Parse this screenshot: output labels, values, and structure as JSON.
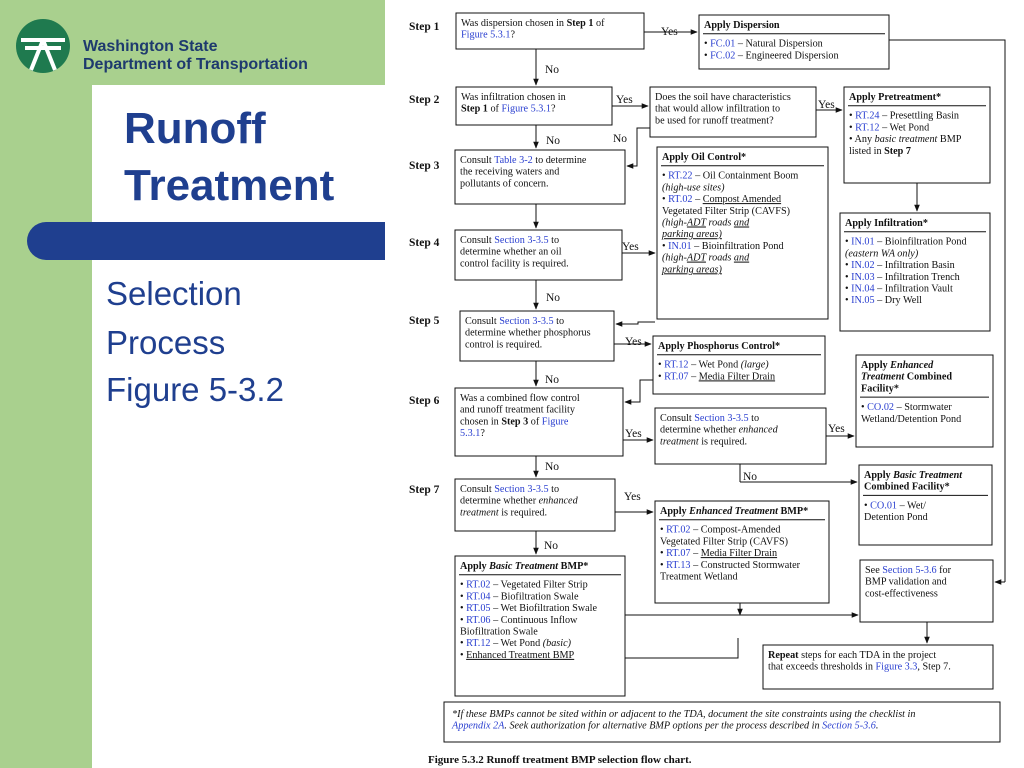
{
  "brand": {
    "line1": "Washington State",
    "line2": "Department of Transportation",
    "logo": "wsdot-logo-icon",
    "accent": "#1f3f8f",
    "band": "#a9d08e"
  },
  "slide": {
    "title_line1": "Runoff",
    "title_line2": "Treatment",
    "subtitle_line1": "Selection",
    "subtitle_line2": "Process",
    "subtitle_line3": "Figure 5-3.2"
  },
  "flow": {
    "steps": [
      "Step 1",
      "Step 2",
      "Step 3",
      "Step 4",
      "Step 5",
      "Step 6",
      "Step 7"
    ],
    "yes": "Yes",
    "no": "No",
    "q1": [
      [
        {
          "t": "Was dispersion chosen in "
        },
        {
          "t": "Step 1",
          "b": 1
        },
        {
          "t": " of"
        }
      ],
      [
        {
          "t": "Figure 5.3.1",
          "l": 1
        },
        {
          "t": "?"
        }
      ]
    ],
    "dispersion": {
      "title": "Apply Dispersion",
      "items": [
        [
          {
            "t": "• "
          },
          {
            "t": "FC.01",
            "l": 1
          },
          {
            "t": " – Natural Dispersion"
          }
        ],
        [
          {
            "t": "• "
          },
          {
            "t": "FC.02",
            "l": 1
          },
          {
            "t": " – Engineered Dispersion"
          }
        ]
      ]
    },
    "q2": [
      [
        {
          "t": "Was infiltration chosen in"
        }
      ],
      [
        {
          "t": "Step 1",
          "b": 1
        },
        {
          "t": " of "
        },
        {
          "t": "Figure 5.3.1",
          "l": 1
        },
        {
          "t": "?"
        }
      ]
    ],
    "soil": [
      [
        {
          "t": "Does the soil have characteristics"
        }
      ],
      [
        {
          "t": "that would allow infiltration to"
        }
      ],
      [
        {
          "t": "be used for runoff treatment?"
        }
      ]
    ],
    "pretreat": {
      "title": "Apply Pretreatment*",
      "items": [
        [
          {
            "t": "• "
          },
          {
            "t": "RT.24",
            "l": 1
          },
          {
            "t": " – Presettling Basin"
          }
        ],
        [
          {
            "t": "• "
          },
          {
            "t": "RT.12",
            "l": 1
          },
          {
            "t": " – Wet Pond"
          }
        ],
        [
          {
            "t": "• Any "
          },
          {
            "t": "basic treatment",
            "i": 1
          },
          {
            "t": " BMP"
          }
        ],
        [
          {
            "t": "  listed in "
          },
          {
            "t": "Step 7",
            "b": 1
          }
        ]
      ]
    },
    "q3": [
      [
        {
          "t": "Consult "
        },
        {
          "t": "Table 3-2",
          "l": 1
        },
        {
          "t": " to determine"
        }
      ],
      [
        {
          "t": "the receiving waters and"
        }
      ],
      [
        {
          "t": "pollutants of concern."
        }
      ]
    ],
    "oil": {
      "title": "Apply Oil Control*",
      "items": [
        [
          {
            "t": "• "
          },
          {
            "t": "RT.22",
            "l": 1
          },
          {
            "t": " – Oil Containment Boom"
          }
        ],
        [
          {
            "t": "  "
          },
          {
            "t": "(high-use sites)",
            "i": 1
          }
        ],
        [
          {
            "t": "• "
          },
          {
            "t": "RT.02",
            "l": 1
          },
          {
            "t": " – "
          },
          {
            "t": "Compost Amended",
            "u": 1
          }
        ],
        [
          {
            "t": "  Vegetated Filter Strip (CAVFS)"
          }
        ],
        [
          {
            "t": "  "
          },
          {
            "t": "(high-",
            "i": 1
          },
          {
            "t": "ADT",
            "i": 1,
            "u": 1
          },
          {
            "t": " roads ",
            "i": 1
          },
          {
            "t": "and",
            "i": 1,
            "u": 1
          }
        ],
        [
          {
            "t": "  "
          },
          {
            "t": "parking areas)",
            "i": 1,
            "u": 1
          }
        ],
        [
          {
            "t": "• "
          },
          {
            "t": "IN.01",
            "l": 1
          },
          {
            "t": " – Bioinfiltration Pond"
          }
        ],
        [
          {
            "t": "  "
          },
          {
            "t": "(high-",
            "i": 1
          },
          {
            "t": "ADT",
            "i": 1,
            "u": 1
          },
          {
            "t": " roads ",
            "i": 1
          },
          {
            "t": "and",
            "i": 1,
            "u": 1
          }
        ],
        [
          {
            "t": "  "
          },
          {
            "t": "parking areas)",
            "i": 1,
            "u": 1
          }
        ]
      ]
    },
    "infiltration": {
      "title": "Apply Infiltration*",
      "items": [
        [
          {
            "t": "• "
          },
          {
            "t": "IN.01",
            "l": 1
          },
          {
            "t": " – Bioinfiltration Pond"
          }
        ],
        [
          {
            "t": "  "
          },
          {
            "t": "(eastern WA only)",
            "i": 1
          }
        ],
        [
          {
            "t": "• "
          },
          {
            "t": "IN.02",
            "l": 1
          },
          {
            "t": " – Infiltration Basin"
          }
        ],
        [
          {
            "t": "• "
          },
          {
            "t": "IN.03",
            "l": 1
          },
          {
            "t": " – Infiltration Trench"
          }
        ],
        [
          {
            "t": "• "
          },
          {
            "t": "IN.04",
            "l": 1
          },
          {
            "t": " – Infiltration Vault"
          }
        ],
        [
          {
            "t": "• "
          },
          {
            "t": "IN.05",
            "l": 1
          },
          {
            "t": " – Dry Well"
          }
        ]
      ]
    },
    "q4": [
      [
        {
          "t": "Consult "
        },
        {
          "t": "Section 3-3.5",
          "l": 1
        },
        {
          "t": " to"
        }
      ],
      [
        {
          "t": "determine whether an oil"
        }
      ],
      [
        {
          "t": "control facility is required."
        }
      ]
    ],
    "q5": [
      [
        {
          "t": "Consult "
        },
        {
          "t": "Section 3-3.5",
          "l": 1
        },
        {
          "t": " to"
        }
      ],
      [
        {
          "t": "determine whether phosphorus"
        }
      ],
      [
        {
          "t": "control is required."
        }
      ]
    ],
    "phos": {
      "title": "Apply Phosphorus Control*",
      "items": [
        [
          {
            "t": "• "
          },
          {
            "t": "RT.12",
            "l": 1
          },
          {
            "t": " – Wet Pond "
          },
          {
            "t": "(large)",
            "i": 1
          }
        ],
        [
          {
            "t": "• "
          },
          {
            "t": "RT.07",
            "l": 1
          },
          {
            "t": " – "
          },
          {
            "t": "Media Filter Drain",
            "u": 1
          }
        ]
      ]
    },
    "enh_combined": {
      "title": [
        [
          {
            "t": "Apply ",
            "b": 1
          },
          {
            "t": "Enhanced",
            "b": 1,
            "i": 1
          }
        ],
        [
          {
            "t": "Treatment",
            "b": 1,
            "i": 1
          },
          {
            "t": " Combined",
            "b": 1
          }
        ],
        [
          {
            "t": "Facility*",
            "b": 1
          }
        ]
      ],
      "items": [
        [
          {
            "t": "• "
          },
          {
            "t": "CO.02",
            "l": 1
          },
          {
            "t": " – Stormwater"
          }
        ],
        [
          {
            "t": "  Wetland/Detention Pond"
          }
        ]
      ]
    },
    "q6": [
      [
        {
          "t": "Was a combined flow control"
        }
      ],
      [
        {
          "t": "and runoff treatment facility"
        }
      ],
      [
        {
          "t": "chosen in "
        },
        {
          "t": "Step 3",
          "b": 1
        },
        {
          "t": " of "
        },
        {
          "t": "Figure",
          "l": 1
        }
      ],
      [
        {
          "t": "5.3.1",
          "l": 1
        },
        {
          "t": "?"
        }
      ]
    ],
    "q6b": [
      [
        {
          "t": "Consult "
        },
        {
          "t": "Section 3-3.5",
          "l": 1
        },
        {
          "t": " to"
        }
      ],
      [
        {
          "t": "determine whether "
        },
        {
          "t": "enhanced",
          "i": 1
        }
      ],
      [
        {
          "t": "treatment",
          "i": 1
        },
        {
          "t": " is required."
        }
      ]
    ],
    "basic_combined": {
      "title": [
        [
          {
            "t": "Apply ",
            "b": 1
          },
          {
            "t": "Basic Treatment",
            "b": 1,
            "i": 1
          }
        ],
        [
          {
            "t": "Combined Facility*",
            "b": 1
          }
        ]
      ],
      "items": [
        [
          {
            "t": "• "
          },
          {
            "t": "CO.01",
            "l": 1
          },
          {
            "t": " – Wet/"
          }
        ],
        [
          {
            "t": "  Detention Pond"
          }
        ]
      ]
    },
    "q7": [
      [
        {
          "t": "Consult "
        },
        {
          "t": "Section 3-3.5",
          "l": 1
        },
        {
          "t": " to"
        }
      ],
      [
        {
          "t": "determine whether "
        },
        {
          "t": "enhanced",
          "i": 1
        }
      ],
      [
        {
          "t": "treatment",
          "i": 1
        },
        {
          "t": " is required."
        }
      ]
    ],
    "enh_bmp": {
      "title": [
        [
          {
            "t": "Apply ",
            "b": 1
          },
          {
            "t": "Enhanced Treatment",
            "b": 1,
            "i": 1
          },
          {
            "t": " BMP*",
            "b": 1
          }
        ]
      ],
      "items": [
        [
          {
            "t": "• "
          },
          {
            "t": "RT.02",
            "l": 1
          },
          {
            "t": " – Compost-Amended"
          }
        ],
        [
          {
            "t": "  Vegetated Filter Strip (CAVFS)"
          }
        ],
        [
          {
            "t": "• "
          },
          {
            "t": "RT.07",
            "l": 1
          },
          {
            "t": " – "
          },
          {
            "t": "Media Filter Drain",
            "u": 1
          }
        ],
        [
          {
            "t": "• "
          },
          {
            "t": "RT.13",
            "l": 1
          },
          {
            "t": " – Constructed Stormwater"
          }
        ],
        [
          {
            "t": "  Treatment Wetland"
          }
        ]
      ]
    },
    "validation": [
      [
        {
          "t": "See "
        },
        {
          "t": "Section 5-3.6",
          "l": 1
        },
        {
          "t": " for"
        }
      ],
      [
        {
          "t": "BMP validation and"
        }
      ],
      [
        {
          "t": "cost-effectiveness"
        }
      ]
    ],
    "basic_bmp": {
      "title": [
        [
          {
            "t": "Apply ",
            "b": 1
          },
          {
            "t": "Basic Treatment",
            "b": 1,
            "i": 1
          },
          {
            "t": " BMP*",
            "b": 1
          }
        ]
      ],
      "items": [
        [
          {
            "t": "• "
          },
          {
            "t": "RT.02",
            "l": 1
          },
          {
            "t": " – Vegetated Filter Strip"
          }
        ],
        [
          {
            "t": "• "
          },
          {
            "t": "RT.04",
            "l": 1
          },
          {
            "t": " – Biofiltration Swale"
          }
        ],
        [
          {
            "t": "• "
          },
          {
            "t": "RT.05",
            "l": 1
          },
          {
            "t": " – Wet Biofiltration Swale"
          }
        ],
        [
          {
            "t": "• "
          },
          {
            "t": "RT.06",
            "l": 1
          },
          {
            "t": " – Continuous Inflow"
          }
        ],
        [
          {
            "t": "  Biofiltration Swale"
          }
        ],
        [
          {
            "t": "• "
          },
          {
            "t": "RT.12",
            "l": 1
          },
          {
            "t": " – Wet Pond "
          },
          {
            "t": "(basic)",
            "i": 1
          }
        ],
        [
          {
            "t": "• "
          },
          {
            "t": "Enhanced Treatment BMP",
            "u": 1
          }
        ]
      ]
    },
    "repeat": [
      [
        {
          "t": "Repeat",
          "b": 1
        },
        {
          "t": " steps for each TDA in the project"
        }
      ],
      [
        {
          "t": "that exceeds thresholds in "
        },
        {
          "t": "Figure 3.3",
          "l": 1
        },
        {
          "t": ", Step 7."
        }
      ]
    ],
    "footnote": [
      [
        {
          "t": "*If these BMPs cannot be sited within or adjacent to the TDA, document the site constraints using the checklist in",
          "i": 1
        }
      ],
      [
        {
          "t": "Appendix 2A",
          "i": 1,
          "l": 1
        },
        {
          "t": ".  Seek authorization for alternative BMP options per the process described in ",
          "i": 1
        },
        {
          "t": "Section 5-3.6",
          "i": 1,
          "l": 1
        },
        {
          "t": ".",
          "i": 1
        }
      ]
    ],
    "caption": "Figure 5.3.2    Runoff treatment BMP selection flow chart."
  }
}
